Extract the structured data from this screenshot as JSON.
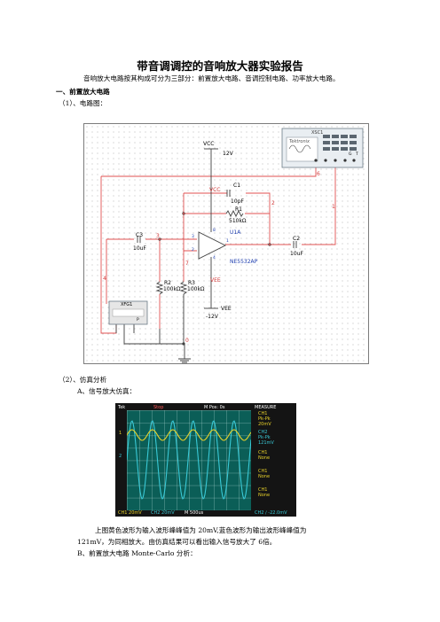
{
  "title": "带音调调控的音响放大器实验报告",
  "intro": "音响放大电路按其构成可分为三部分：前置放大电路、音调控制电路、功率放大电路。",
  "section1": "一、前置放大电路",
  "sub1": "（1）、电路图：",
  "schematic": {
    "xsc1": "XSC1",
    "tek": "Tektronix",
    "vcc": "VCC",
    "v12": "12V",
    "c1": "C1",
    "c1v": "10pF",
    "r1": "R1",
    "r1v": "510kΩ",
    "c3": "C3",
    "c3v": "10uF",
    "u1a": "U1A",
    "c2": "C2",
    "c2v": "10uF",
    "opamp": "NE5532AP",
    "vcc2": "VCC",
    "vee": "VEE",
    "vee2": "VEE",
    "vm12": "-12V",
    "r2": "R2",
    "r2v": "100kΩ",
    "r3": "R3",
    "r3v": "100kΩ",
    "xfg1": "XFG1",
    "n0": "0",
    "n1": "1",
    "n2": "2",
    "n3": "3",
    "n4": "4",
    "n6": "6",
    "n7": "7",
    "pin3": "3",
    "pin2": "2",
    "pin8": "8",
    "pin4": "4",
    "pin1": "1",
    "pinG": "G",
    "pinT": "T",
    "pinP": "P"
  },
  "sub2": "（2）、仿真分析",
  "subA": "A、信号放大仿真：",
  "scope": {
    "tek": "Tek",
    "mode": "Stop",
    "mpos": "M Pos: 0s",
    "measure": "MEASURE",
    "m1a": "CH1",
    "m1b": "Pk-Pk",
    "m1c": "20mV",
    "m2a": "CH2",
    "m2b": "Pk-Pk",
    "m2c": "121mV",
    "m3a": "CH1",
    "m3b": "None",
    "m4a": "CH1",
    "m4b": "None",
    "m5a": "CH1",
    "m5b": "None",
    "bot1": "CH1  20mV",
    "bot2": "CH2  20mV",
    "bot3": "M 500us",
    "bot4": "CH2 ∕ -22.0mV",
    "marker1": "1",
    "marker2": "2",
    "ch1_color": "#e8d22a",
    "ch2_color": "#39c9d6"
  },
  "cap1": "上图黄色波形为输入波形峰峰值为   20mV,蓝色波形为输出波形峰峰值为",
  "cap2": "121mV，为同相放大。由仿真结果可以看出输入信号放大了 6倍。",
  "subB": "B、前置放大电路 Monte-Carlo 分析："
}
